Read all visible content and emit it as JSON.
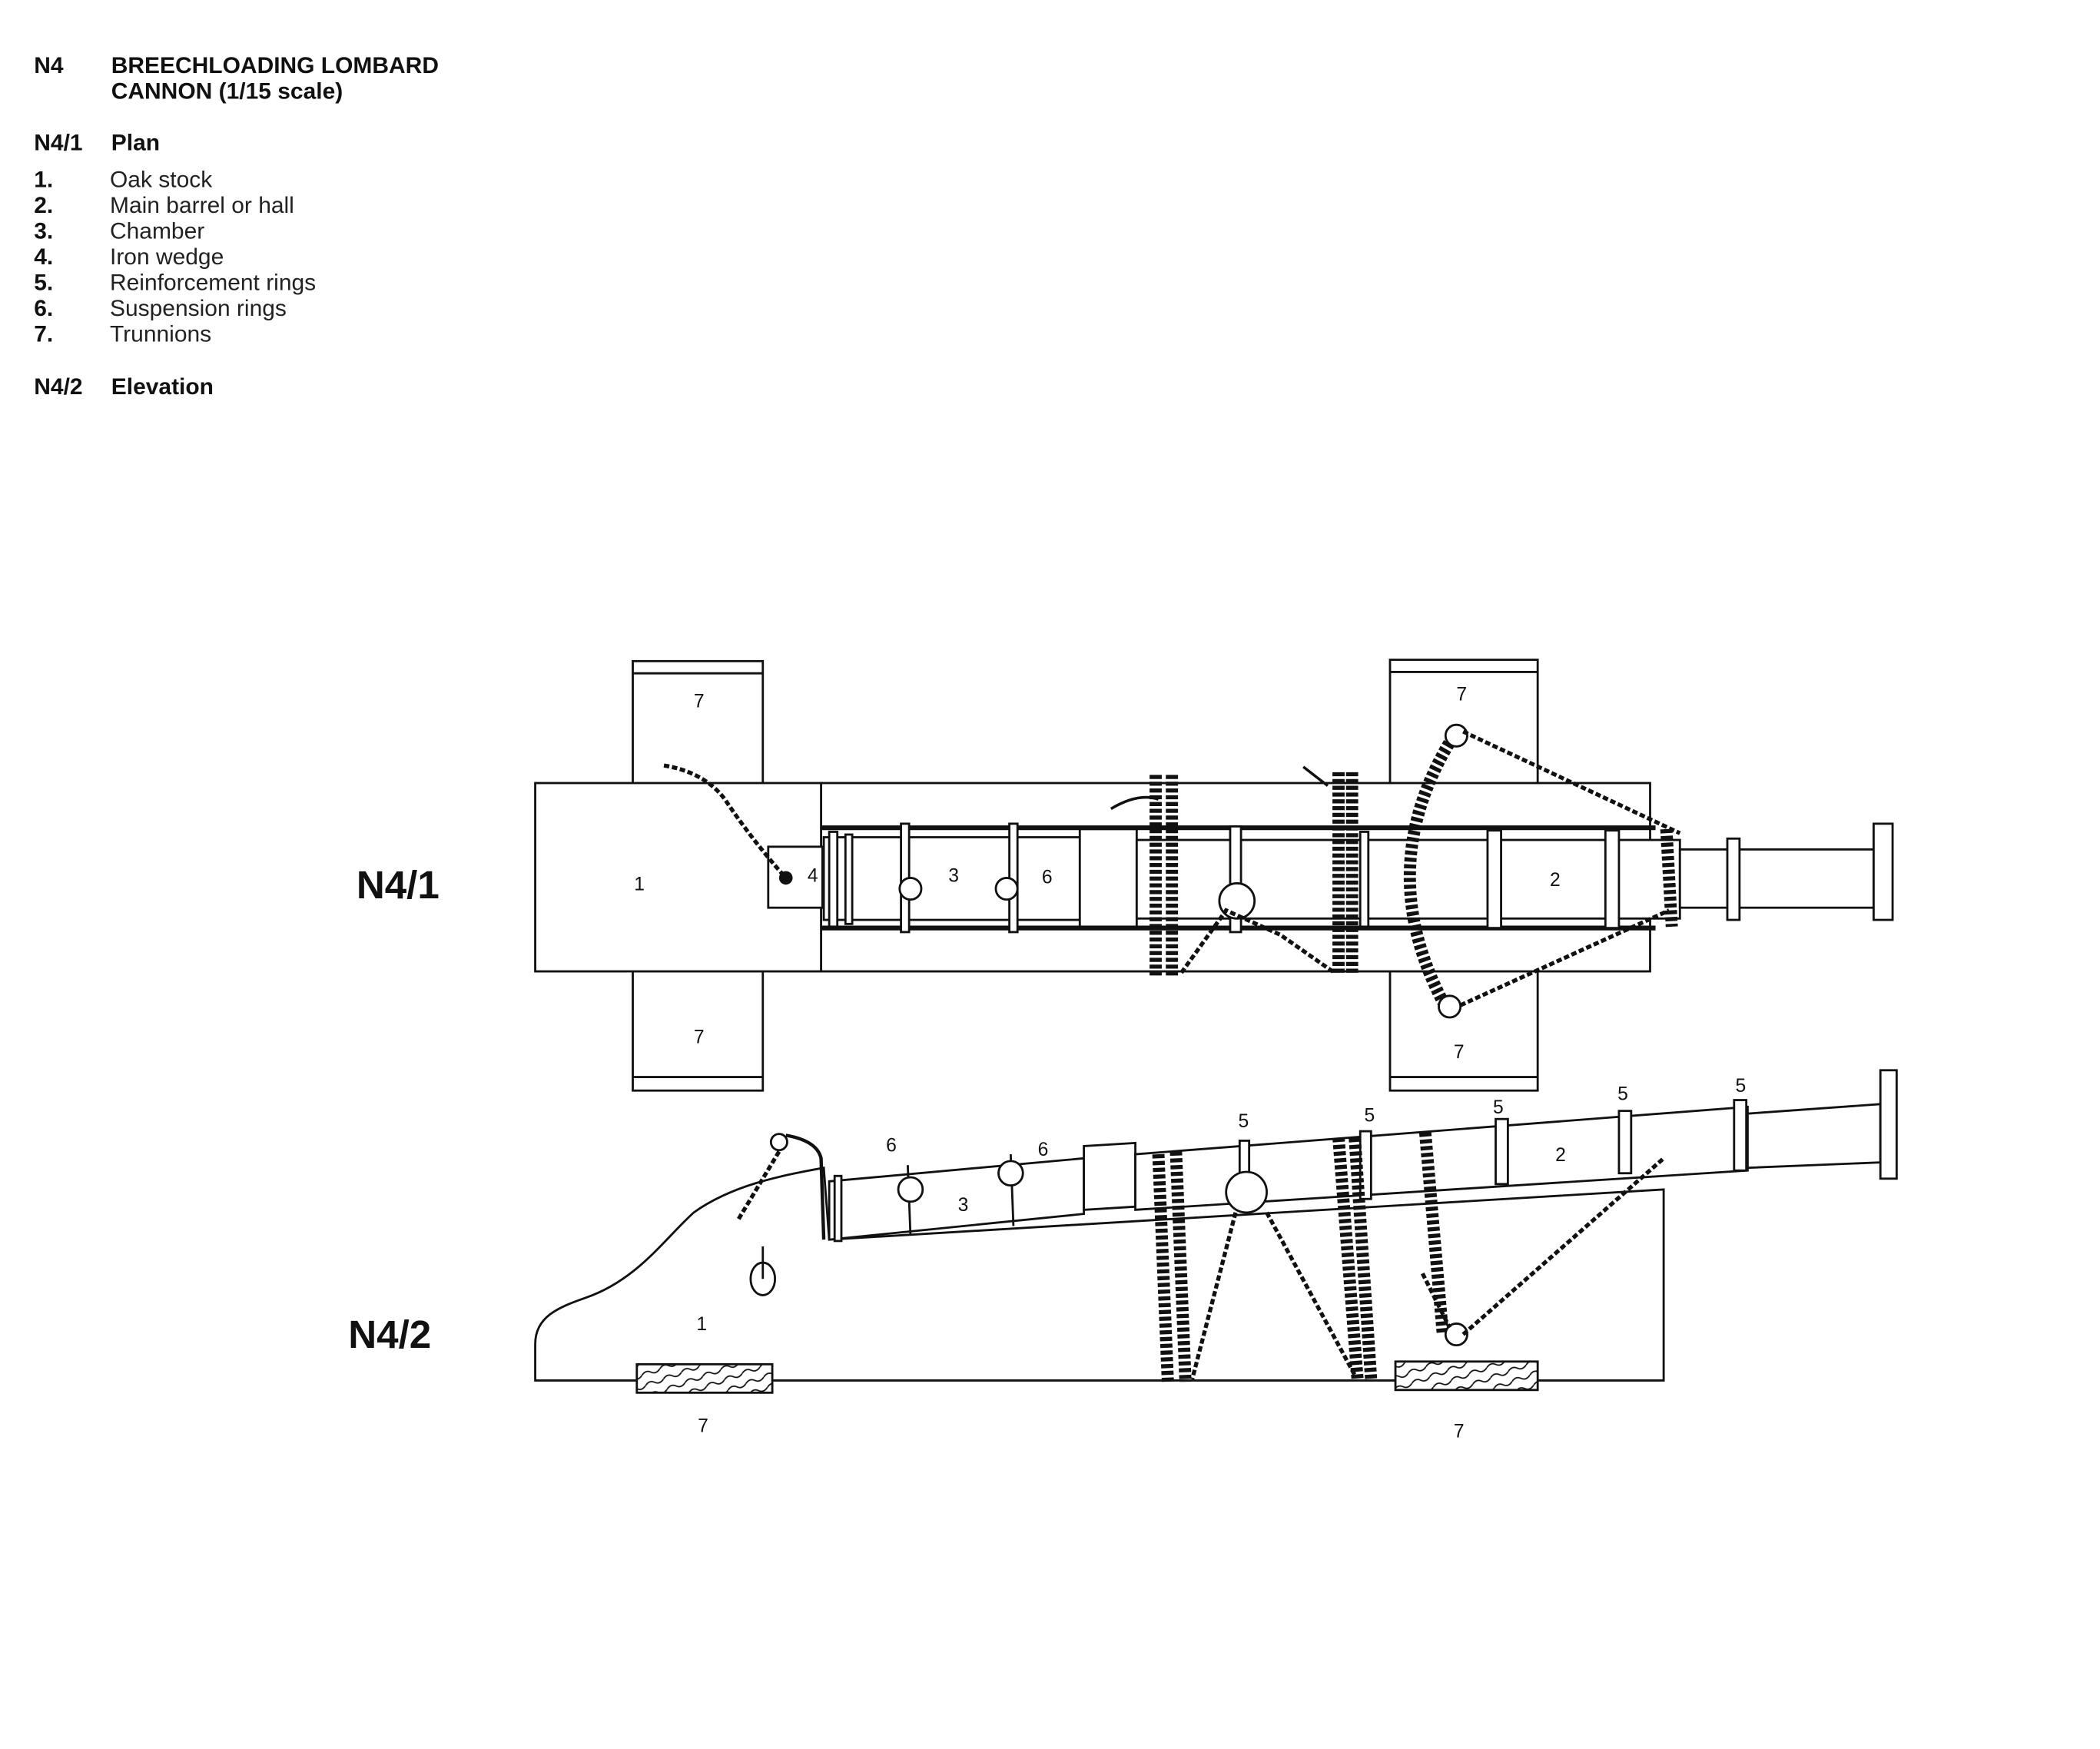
{
  "header": {
    "code": "N4",
    "title_line1": "BREECHLOADING LOMBARD",
    "title_line2": "CANNON (1/15 scale)"
  },
  "sections": [
    {
      "code": "N4/1",
      "label": "Plan"
    },
    {
      "code": "N4/2",
      "label": "Elevation"
    }
  ],
  "legend": [
    {
      "num": "1.",
      "label": "Oak stock"
    },
    {
      "num": "2.",
      "label": "Main barrel or hall"
    },
    {
      "num": "3.",
      "label": "Chamber"
    },
    {
      "num": "4.",
      "label": "Iron wedge"
    },
    {
      "num": "5.",
      "label": "Reinforcement rings"
    },
    {
      "num": "6.",
      "label": "Suspension rings"
    },
    {
      "num": "7.",
      "label": "Trunnions"
    }
  ],
  "figures": {
    "plan_label": "N4/1",
    "elevation_label": "N4/2"
  },
  "plan_callouts": [
    "7",
    "7",
    "7",
    "7",
    "1",
    "4",
    "3",
    "6",
    "2"
  ],
  "elevation_callouts": [
    "6",
    "6",
    "3",
    "5",
    "5",
    "5",
    "5",
    "5",
    "2",
    "1",
    "7",
    "7"
  ]
}
